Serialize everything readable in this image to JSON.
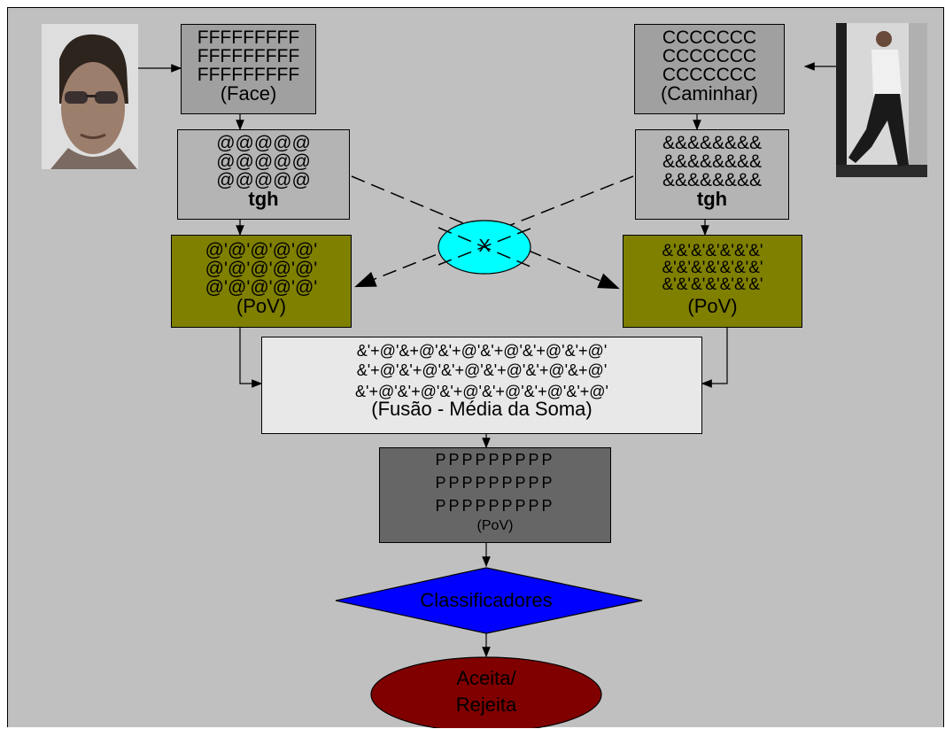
{
  "face_input": {
    "lines": [
      "FFFFFFFFF",
      "FFFFFFFFF",
      "FFFFFFFFF"
    ],
    "caption": "(Face)"
  },
  "gait_input": {
    "lines": [
      "CCCCCCC",
      "CCCCCCC",
      "CCCCCCC"
    ],
    "caption": "(Caminhar)"
  },
  "face_tgh": {
    "lines": [
      "@@@@@",
      "@@@@@",
      "@@@@@"
    ],
    "caption": "tgh"
  },
  "gait_tgh": {
    "lines": [
      "&&&&&&&&",
      "&&&&&&&&",
      "&&&&&&&&"
    ],
    "caption": "tgh"
  },
  "face_pov": {
    "lines": [
      "@'@'@'@'@'",
      "@'@'@'@'@'",
      "@'@'@'@'@'"
    ],
    "caption": "(PoV)",
    "color": "#7f7f00"
  },
  "gait_pov": {
    "lines": [
      "&'&'&'&'&'&'&'",
      "&'&'&'&'&'&'&'",
      "&'&'&'&'&'&'&'"
    ],
    "caption": "(PoV)",
    "color": "#7f7f00"
  },
  "cross": {
    "label": "X",
    "color": "#00ffff"
  },
  "fusion": {
    "lines": [
      "&'+@'&+@'&'+@'&'+@'&'+@'&'+@'",
      "&'+@'&'+@'&'+@'&'+@'&'+@'&+@'",
      "&'+@'&'+@'&'+@'&'+@'&'+@'&'+@'"
    ],
    "caption": "(Fusão - Média da Soma)"
  },
  "combined_pov": {
    "lines": [
      "PPPPPPPPP",
      "PPPPPPPPP",
      "PPPPPPPPP"
    ],
    "caption": "(PoV)",
    "color": "#666666"
  },
  "classifier": {
    "label": "Classificadores",
    "color": "#0000ff"
  },
  "decision": {
    "line1": "Aceita/",
    "line2": "Rejeita",
    "color": "#800000"
  }
}
